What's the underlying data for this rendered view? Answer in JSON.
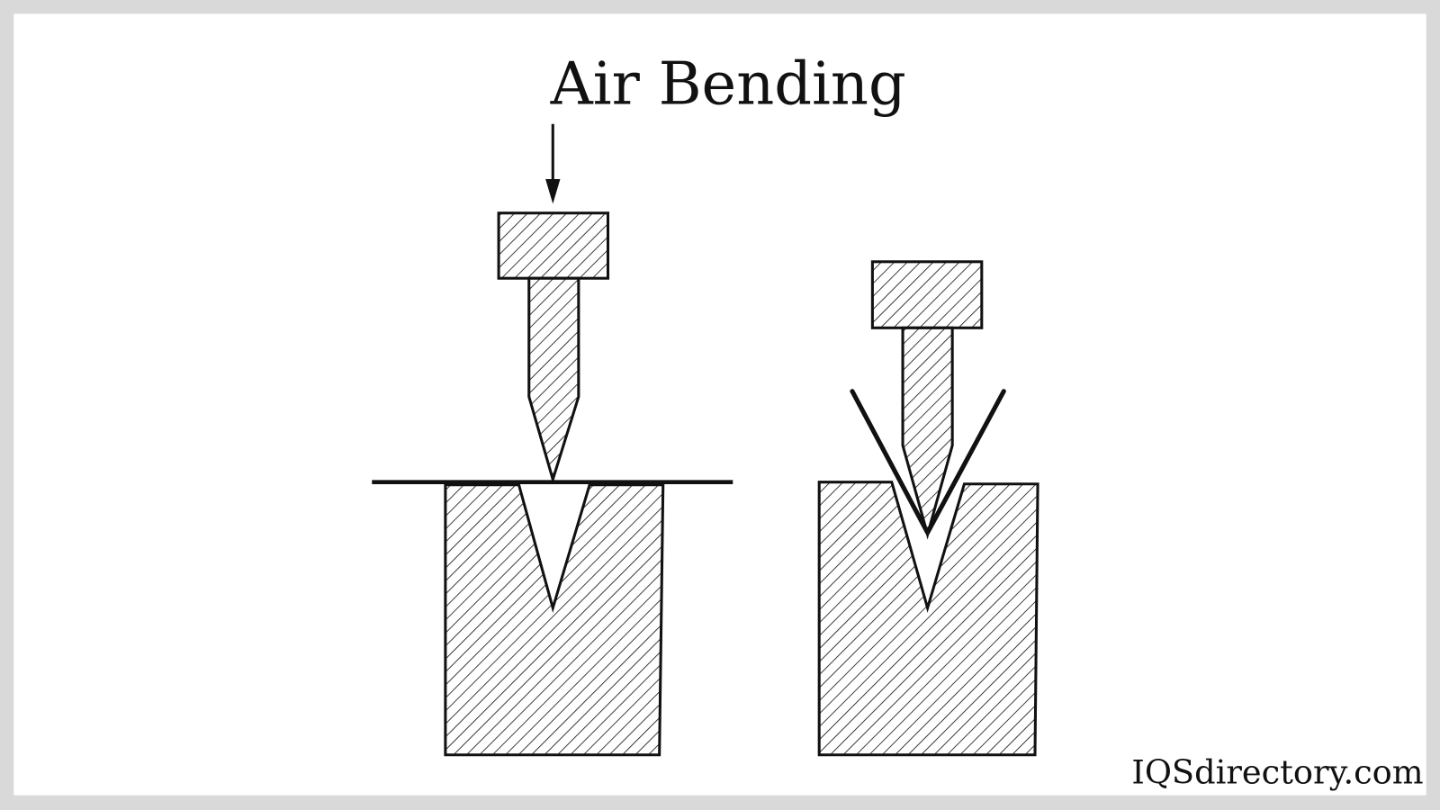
{
  "diagram": {
    "title": "Air Bending",
    "watermark": "IQSdirectory.com",
    "parts": [
      {
        "name": "punch-before-bend",
        "stage": "before"
      },
      {
        "name": "die-before-bend",
        "stage": "before"
      },
      {
        "name": "sheet-flat",
        "stage": "before"
      },
      {
        "name": "punch-after-bend",
        "stage": "after"
      },
      {
        "name": "die-after-bend",
        "stage": "after"
      },
      {
        "name": "sheet-bent",
        "stage": "after"
      }
    ],
    "colors": {
      "background": "#d9d9d9",
      "canvas": "#ffffff",
      "ink": "#111111"
    }
  }
}
